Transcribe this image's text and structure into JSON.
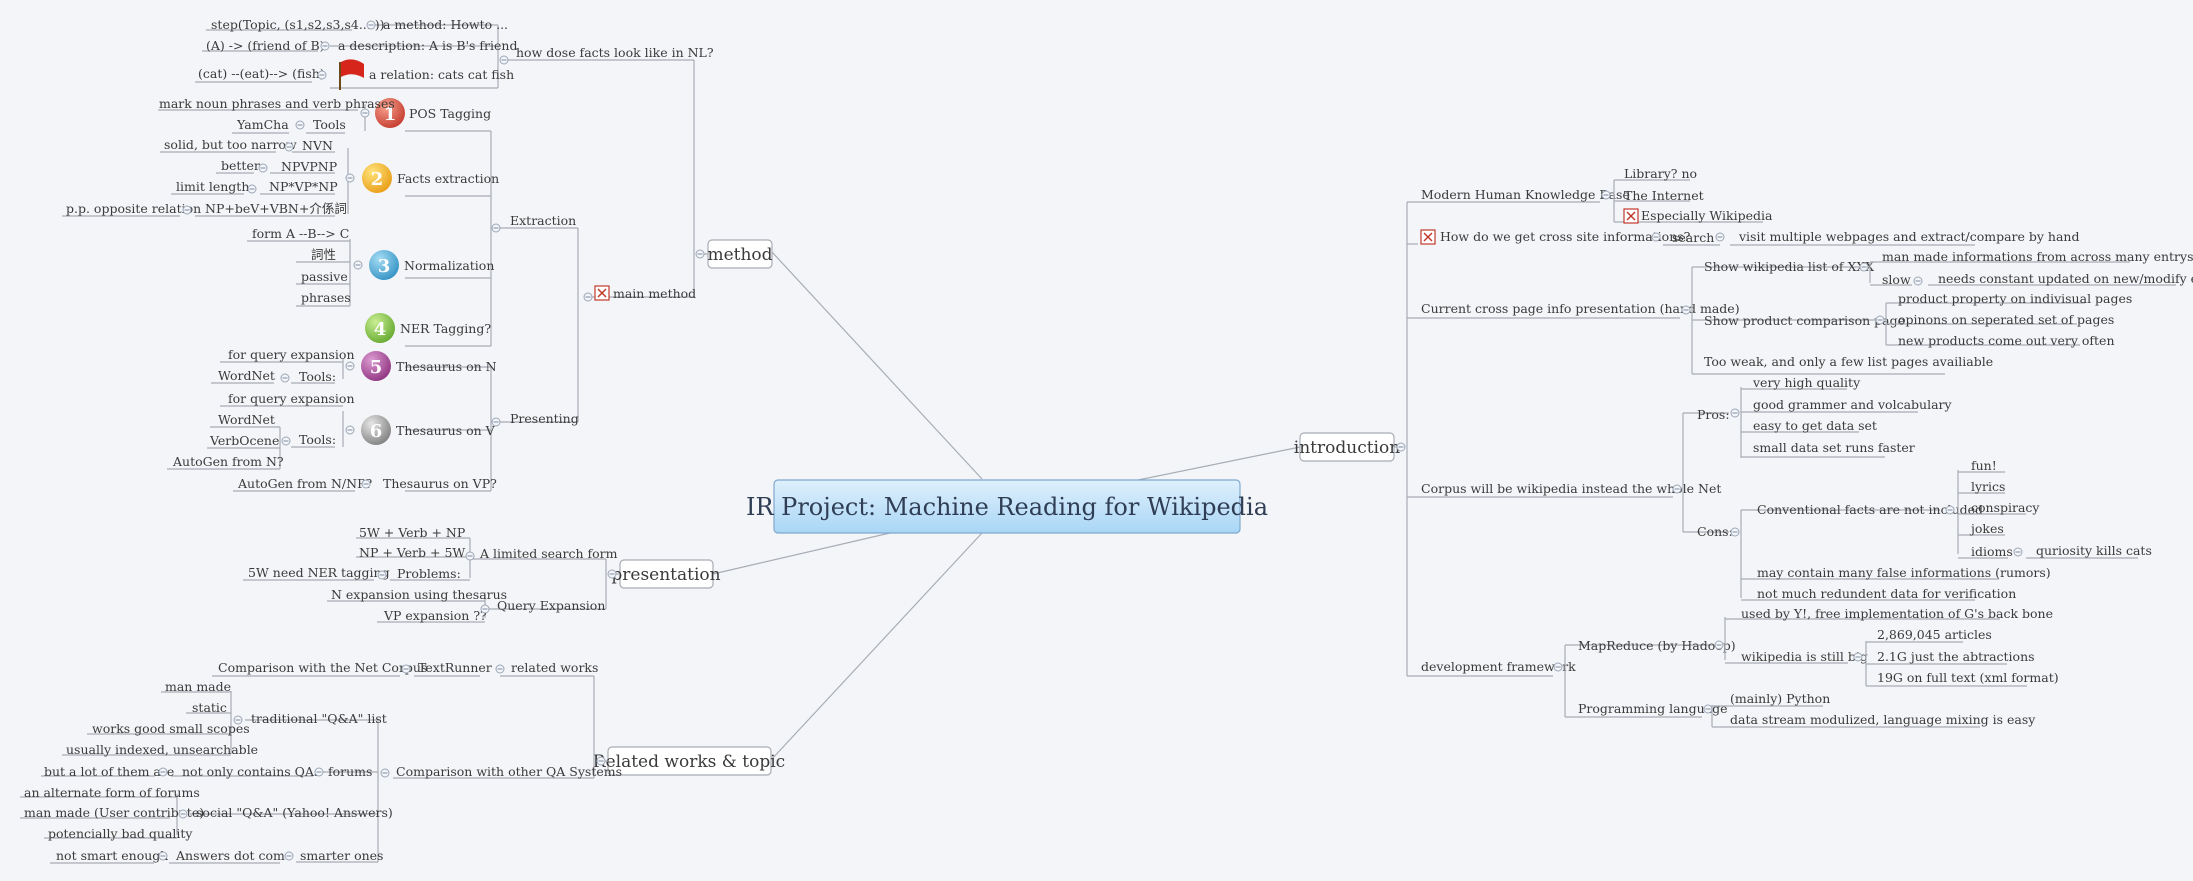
{
  "root": "IR Project: Machine Reading for Wikipedia",
  "branches": {
    "method": "method",
    "presentation": "presentation",
    "related": "Related works & topic",
    "introduction": "introduction"
  },
  "method": {
    "main_method": "main method",
    "extraction": "Extraction",
    "presenting": "Presenting",
    "nl_facts": {
      "title": "how dose facts look like in NL?",
      "howto": "a method: Howto ...",
      "howto_step": "step(Topic, (s1,s2,s3,s4....))",
      "description": "a description: A is B's friend",
      "description_ex": "(A) -> (friend of B)",
      "relation": "a relation: cats cat fish",
      "relation_ex": "(cat) --(eat)--> (fish)"
    },
    "pos": {
      "badge": "1",
      "title": "POS Tagging",
      "phrases": "mark noun phrases and verb phrases",
      "tools": "Tools",
      "yamcha": "YamCha"
    },
    "facts": {
      "badge": "2",
      "title": "Facts extraction",
      "nvn": "NVN",
      "nvn_note": "solid, but too narrow",
      "npvpnp": "NPVPNP",
      "npvpnp_note": "better",
      "npvnp": "NP*VP*NP",
      "npvnp_note": "limit length",
      "rel": "NP+beV+VBN+介係詞",
      "rel_note": "p.p. opposite relation"
    },
    "norm": {
      "badge": "3",
      "title": "Normalization",
      "form": "form A --B--> C",
      "cixing": "詞性",
      "passive": "passive",
      "phrases": "phrases"
    },
    "ner": {
      "badge": "4",
      "title": "NER Tagging?"
    },
    "thes_n": {
      "badge": "5",
      "title": "Thesaurus on N",
      "qe": "for query expansion",
      "tools": "Tools:",
      "wordnet": "WordNet"
    },
    "thes_v": {
      "badge": "6",
      "title": "Thesaurus on V",
      "qe": "for query expansion",
      "tools": "Tools:",
      "wordnet": "WordNet",
      "verbocean": "VerbOcene",
      "autogen_n": "AutoGen from N?"
    },
    "thes_vp": {
      "title": "Thesaurus on VP?",
      "autogen": "AutoGen from N/NP?"
    }
  },
  "presentation": {
    "limited_form": "A limited search form",
    "f1": "5W + Verb + NP",
    "f2": "NP + Verb + 5W",
    "problems": "Problems:",
    "ner_needed": "5W need NER tagging",
    "query_exp": "Query Expansion",
    "n_exp": "N expansion using thesarus",
    "vp_exp": "VP expansion ??"
  },
  "related": {
    "related_works": "related works",
    "textrunner": "TextRunner",
    "net_corpus": "Comparison with the Net Corpus",
    "qa_compare": "Comparison with other QA Systems",
    "traditional": "traditional \"Q&A\" list",
    "man_made": "man made",
    "static": "static",
    "small_scopes": "works good small scopes",
    "indexed": "usually indexed, unsearchable",
    "forums": "forums",
    "not_only": "not only contains QAs",
    "lot_of_them": "but a lot of them are",
    "social": "social \"Q&A\" (Yahoo! Answers)",
    "alt_form": "an alternate form of forums",
    "user_contrib": "man made (User contribute)",
    "bad_quality": "potencially bad quality",
    "smarter": "smarter ones",
    "answers": "Answers dot com",
    "not_smart": "not smart enough"
  },
  "intro": {
    "base": "Modern Human Knowledge Base",
    "library": "Library? no",
    "internet": "The Internet",
    "wikipedia": "Especially Wikipedia",
    "cross_site": "How do we get cross site informations?",
    "search": "search",
    "visit": "visit multiple webpages and extract/compare by hand",
    "presentation": "Current cross page info presentation (hand made)",
    "wiki_list": "Show wikipedia list of XXX",
    "man_made_info": "man made informations from across many entrys",
    "slow": "slow",
    "constant_update": "needs constant updated on new/modify entrys",
    "product_page": "Show product comparison page",
    "product_prop": "product property on indivisual pages",
    "opinions": "opinons on seperated set of pages",
    "new_products": "new products come out very often",
    "too_weak": "Too weak, and only a few list pages availiable",
    "corpus": "Corpus will be wikipedia instead the whole Net",
    "pros": "Pros:",
    "high_quality": "very high quality",
    "grammar": "good grammer and volcabulary",
    "easy": "easy to get data set",
    "small_set": "small data set runs faster",
    "cons": "Cons:",
    "conventional": "Conventional facts are not included",
    "fun": "fun!",
    "lyrics": "lyrics",
    "conspiracy": "conspiracy",
    "jokes": "jokes",
    "idioms": "idioms",
    "curiosity": "quriosity kills cats",
    "false_info": "may contain many false informations (rumors)",
    "redundant": "not much redundent data for verification",
    "dev": "development framework",
    "mapreduce": "MapReduce (by Hadoop)",
    "used_by": "used by Y!, free implementation of G's back bone",
    "is_big": "wikipedia is still big",
    "articles": "2,869,045 articles",
    "abstractions": "2.1G just the abtractions",
    "full_text": "19G on full text (xml format)",
    "prog_lang": "Programming language",
    "python": "(mainly) Python",
    "data_stream": "data stream modulized, language mixing is easy"
  }
}
